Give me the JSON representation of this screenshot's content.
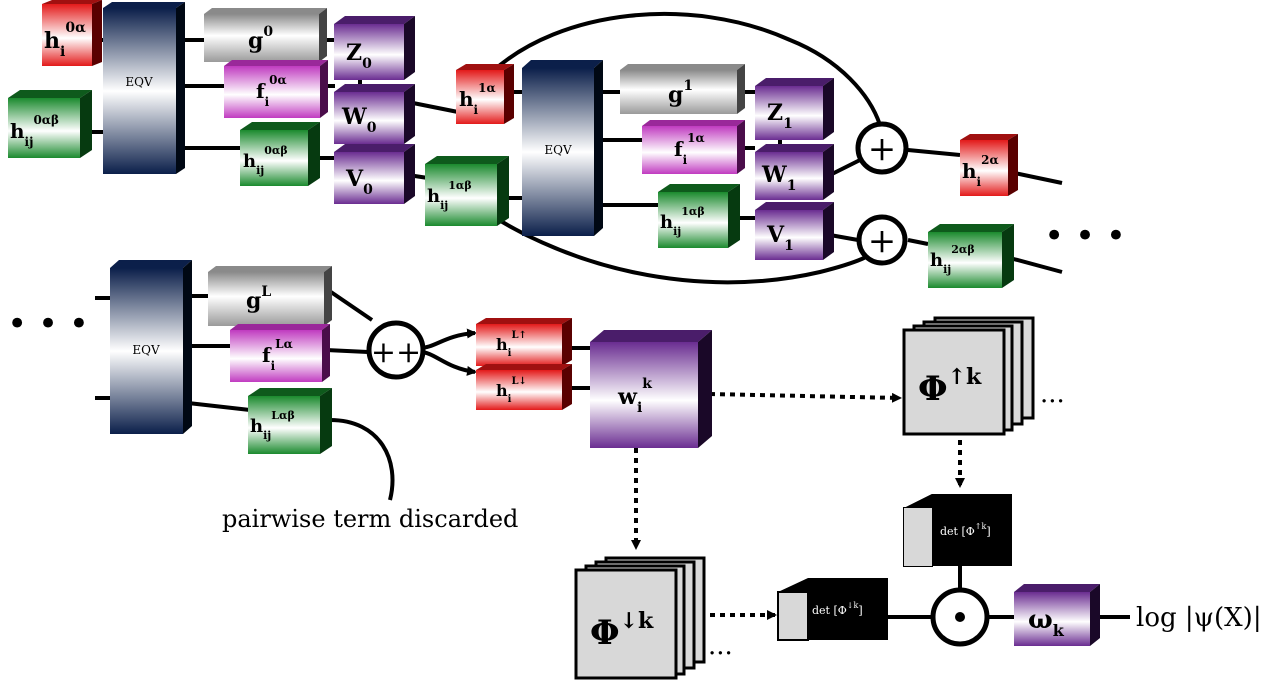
{
  "labels": {
    "h_i_0": "h",
    "h_i_0_sub": "i",
    "h_i_0_sup": "0α",
    "h_ij_0": "h",
    "h_ij_0_sub": "ij",
    "h_ij_0_sup": "0αβ",
    "eqv_0": "EQV",
    "g_0": "g",
    "g_0_sup": "0",
    "f_0": "f",
    "f_0_sub": "i",
    "f_0_sup": "0α",
    "h_ij_0b": "h",
    "h_ij_0b_sub": "ij",
    "h_ij_0b_sup": "0αβ",
    "Z_0": "Z",
    "Z_0_sub": "0",
    "W_0": "W",
    "W_0_sub": "0",
    "V_0": "V",
    "V_0_sub": "0",
    "h_i_1": "h",
    "h_i_1_sub": "i",
    "h_i_1_sup": "1α",
    "h_ij_1": "h",
    "h_ij_1_sub": "ij",
    "h_ij_1_sup": "1αβ",
    "eqv_1": "EQV",
    "g_1": "g",
    "g_1_sup": "1",
    "f_1": "f",
    "f_1_sub": "i",
    "f_1_sup": "1α",
    "h_ij_1b": "h",
    "h_ij_1b_sub": "ij",
    "h_ij_1b_sup": "1αβ",
    "Z_1": "Z",
    "Z_1_sub": "1",
    "W_1": "W",
    "W_1_sub": "1",
    "V_1": "V",
    "V_1_sub": "1",
    "plus_top": "+",
    "plus_bottom": "+",
    "h_i_2": "h",
    "h_i_2_sub": "i",
    "h_i_2_sup": "2α",
    "h_ij_2": "h",
    "h_ij_2_sub": "ij",
    "h_ij_2_sup": "2αβ",
    "ellipsis_top": "• • •",
    "ellipsis_left": "• • •",
    "eqv_L": "EQV",
    "g_L": "g",
    "g_L_sup": "L",
    "f_L": "f",
    "f_L_sub": "i",
    "f_L_sup": "Lα",
    "h_ij_L": "h",
    "h_ij_L_sub": "ij",
    "h_ij_L_sup": "Lαβ",
    "concat": "++",
    "h_up": "h",
    "h_up_sub": "i",
    "h_up_sup": "L↑",
    "h_down": "h",
    "h_down_sub": "i",
    "h_down_sup": "L↓",
    "w_k": "w",
    "w_k_sub": "i",
    "w_k_sup": "k",
    "phi_up": "Φ",
    "phi_up_sup": "↑k",
    "phi_down": "Φ",
    "phi_down_sup": "↓k",
    "dots_up": "···",
    "dots_down": "···",
    "det_up": "det [Φ",
    "det_up_sup": "↑k",
    "det_up_close": "]",
    "det_down": "det [Φ",
    "det_down_sup": "↓k",
    "det_down_close": "]",
    "odot": "⊙",
    "omega": "ω",
    "omega_sub": "k",
    "output": "log |ψ(X)|",
    "discard": "pairwise term discarded"
  },
  "colors": {
    "red": "#e31a1a",
    "green": "#1b8a2e",
    "purple": "#6a2d91",
    "navy": "#0b1f4a",
    "gray": "#b5b5b5"
  }
}
